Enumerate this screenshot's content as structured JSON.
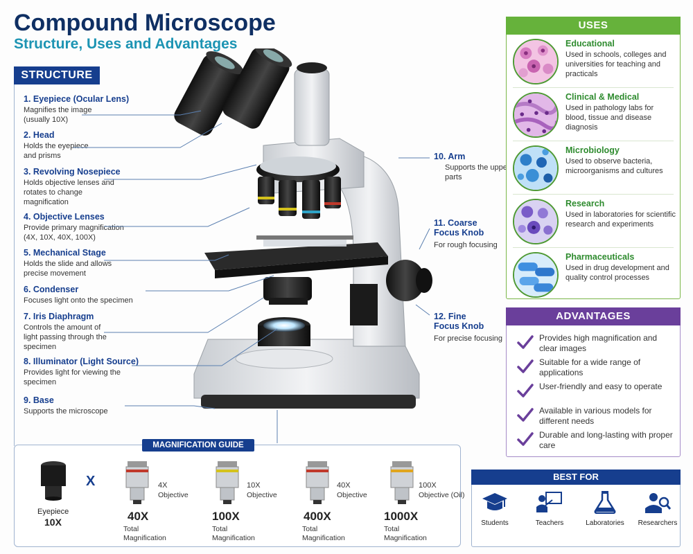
{
  "title": "Compound Microscope",
  "subtitle": "Structure, Uses and Advantages",
  "structure": {
    "header": "STRUCTURE",
    "parts": [
      {
        "name": "1. Eyepiece (Ocular Lens)",
        "desc": "Magnifies the image (usually 10X)"
      },
      {
        "name": "2. Head",
        "desc": "Holds the eyepiece and prisms"
      },
      {
        "name": "3. Revolving Nosepiece",
        "desc": "Holds objective lenses and rotates to change magnification"
      },
      {
        "name": "4. Objective Lenses",
        "desc": "Provide primary magnification (4X, 10X, 40X, 100X)"
      },
      {
        "name": "5. Mechanical Stage",
        "desc": "Holds the slide and allows precise movement"
      },
      {
        "name": "6. Condenser",
        "desc": "Focuses light onto the specimen"
      },
      {
        "name": "7. Iris Diaphragm",
        "desc": "Controls the amount of light passing through the specimen"
      },
      {
        "name": "8. Illuminator (Light Source)",
        "desc": "Provides light for viewing the specimen"
      },
      {
        "name": "9. Base",
        "desc": "Supports the microscope"
      }
    ],
    "right_parts": [
      {
        "name": "10. Arm",
        "desc": "Supports the upper parts"
      },
      {
        "name": "11. Coarse Focus Knob",
        "desc": "For rough focusing"
      },
      {
        "name": "12. Fine Focus Knob",
        "desc": "For precise focusing"
      }
    ]
  },
  "uses": {
    "header": "USES",
    "items": [
      {
        "name": "Educational",
        "desc": "Used in schools, colleges and universities for teaching and practicals",
        "icon": "stained-cells-pink-icon"
      },
      {
        "name": "Clinical & Medical",
        "desc": "Used in pathology labs for blood, tissue and disease diagnosis",
        "icon": "tissue-sample-icon"
      },
      {
        "name": "Microbiology",
        "desc": "Used to observe bacteria, microorganisms and cultures",
        "icon": "bacteria-culture-icon"
      },
      {
        "name": "Research",
        "desc": "Used in laboratories for scientific research and experiments",
        "icon": "research-cells-icon"
      },
      {
        "name": "Pharmaceuticals",
        "desc": "Used in drug development and quality control processes",
        "icon": "capsules-icon"
      }
    ]
  },
  "advantages": {
    "header": "ADVANTAGES",
    "items": [
      "Provides high magnification and clear images",
      "Suitable for a wide range of applications",
      "User-friendly and easy to operate",
      "Available in various models for different needs",
      "Durable and long-lasting with proper care"
    ]
  },
  "magnification": {
    "header": "MAGNIFICATION GUIDE",
    "eyepiece_label": "Eyepiece",
    "eyepiece_power": "10X",
    "times": "X",
    "objectives": [
      {
        "power": "4X",
        "label": "Objective",
        "total": "40X",
        "total_label": "Total Magnification",
        "band_color": "#c0392b"
      },
      {
        "power": "10X",
        "label": "Objective",
        "total": "100X",
        "total_label": "Total Magnification",
        "band_color": "#d4c21c"
      },
      {
        "power": "40X",
        "label": "Objective",
        "total": "400X",
        "total_label": "Total Magnification",
        "band_color": "#c0392b"
      },
      {
        "power": "100X",
        "label": "Objective (Oil)",
        "total": "1000X",
        "total_label": "Total Magnification",
        "band_color": "#e0a51d"
      }
    ]
  },
  "best_for": {
    "header": "BEST FOR",
    "items": [
      {
        "label": "Students",
        "icon": "graduation-cap-icon"
      },
      {
        "label": "Teachers",
        "icon": "teacher-board-icon"
      },
      {
        "label": "Laboratories",
        "icon": "flask-icon"
      },
      {
        "label": "Researchers",
        "icon": "researcher-icon"
      }
    ]
  },
  "colors": {
    "navy": "#163e8e",
    "teal": "#1c94b3",
    "green": "#66b23b",
    "purple": "#6a3f9b"
  }
}
